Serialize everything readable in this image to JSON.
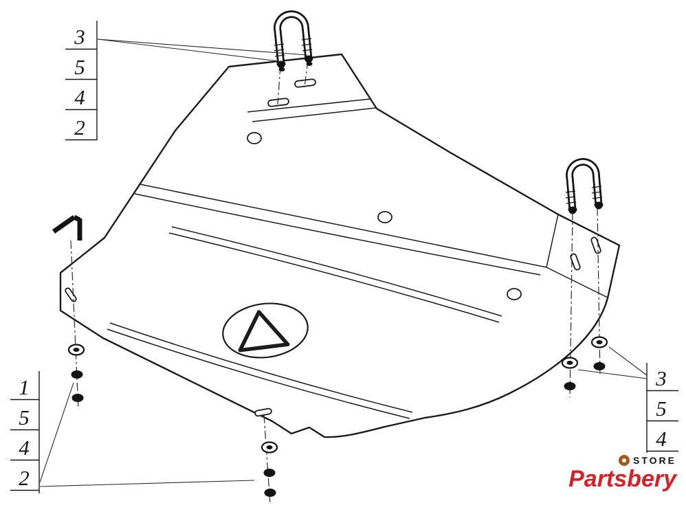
{
  "callouts": {
    "top_left": [
      "3",
      "5",
      "4",
      "2"
    ],
    "bottom_left": [
      "1",
      "5",
      "4",
      "2"
    ],
    "right": [
      "3",
      "5",
      "4"
    ]
  },
  "logo": {
    "store": "STORE",
    "brand_parts": "Parts",
    "brand_bery": "bery"
  },
  "colors": {
    "line": "#1c1c1c",
    "brand_red": "#d62128",
    "store_orange": "#a8571c"
  }
}
